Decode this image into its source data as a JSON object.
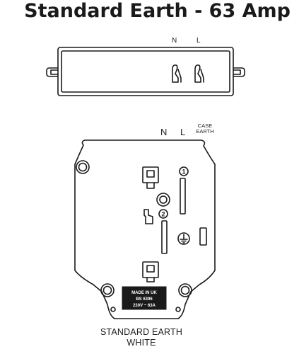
{
  "title": "Standard Earth - 63 Amp",
  "top_view": {
    "label_n": "N",
    "label_l": "L"
  },
  "face_view": {
    "label_n": "N",
    "label_l": "L",
    "label_case_earth_line1": "CASE",
    "label_case_earth_line2": "EARTH",
    "marker_1": "1",
    "marker_2": "2",
    "plate_line1": "MADE IN UK",
    "plate_line2": "BS 6396",
    "plate_line3": "230V ~ 63A"
  },
  "caption": {
    "line1": "STANDARD EARTH",
    "line2": "WHITE"
  }
}
